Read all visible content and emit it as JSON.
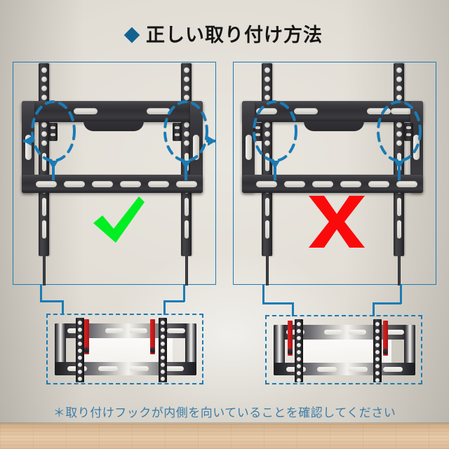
{
  "page": {
    "title": "正しい取り付け方法",
    "title_bullet_icon": "blue-diamond-icon",
    "caption": "＊取り付けフックが内側を向いていることを確認してください"
  },
  "colors": {
    "accent_blue": "#1b7bb5",
    "title_diamond": "#12628f",
    "caption_text": "#3c7ca8",
    "check_green": "#00ee22",
    "cross_red": "#fa0a0a",
    "hook_red": "#d41f1f",
    "bracket_dark": "#303034",
    "wall": "#e2ded6",
    "floor": "#e0c0a0"
  },
  "panels": [
    {
      "id": "correct",
      "name": "correct-installation-panel",
      "mark": "✔",
      "mark_kind": "check",
      "mark_label": "correct",
      "hook_direction": "inward",
      "arm_positions": "inner"
    },
    {
      "id": "wrong",
      "name": "incorrect-installation-panel",
      "mark": "✘",
      "mark_kind": "cross",
      "mark_label": "incorrect",
      "hook_direction": "outward",
      "arm_positions": "outer"
    }
  ],
  "details": [
    {
      "id": "detail-correct",
      "name": "correct-hook-closeup",
      "hook_direction": "inward"
    },
    {
      "id": "detail-wrong",
      "name": "incorrect-hook-closeup",
      "hook_direction": "outward"
    }
  ],
  "annotations": {
    "ellipse_label": "hook-highlight-ellipse",
    "arrow_label": "direction-arrow"
  }
}
